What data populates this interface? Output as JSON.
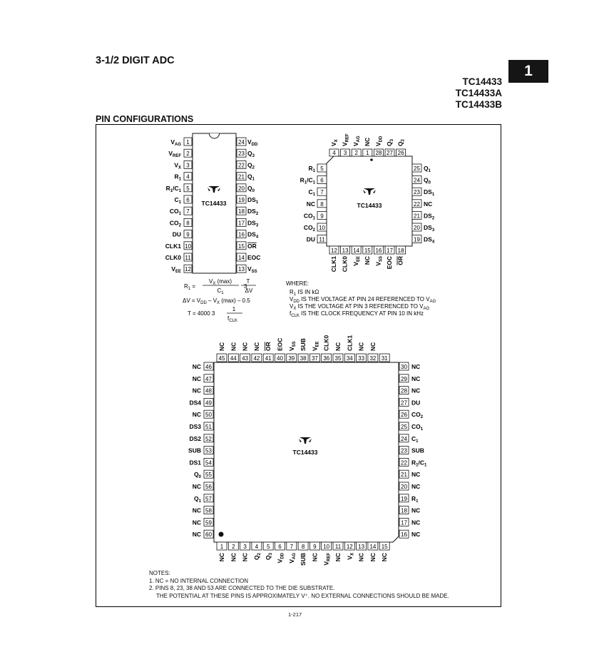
{
  "header": {
    "section": "3-1/2 DIGIT ADC",
    "parts": [
      "TC14433",
      "TC14433A",
      "TC14433B"
    ],
    "tab": "1"
  },
  "section_title": "PIN CONFIGURATIONS",
  "dip": {
    "chip_label": "TC14433",
    "left": [
      {
        "n": "1",
        "t": "V",
        "s": "AG"
      },
      {
        "n": "2",
        "t": "V",
        "s": "REF"
      },
      {
        "n": "3",
        "t": "V",
        "s": "X"
      },
      {
        "n": "4",
        "t": "R",
        "s": "1"
      },
      {
        "n": "5",
        "t": "R",
        "s": "1",
        "x": "/C",
        "s2": "1"
      },
      {
        "n": "6",
        "t": "C",
        "s": "1"
      },
      {
        "n": "7",
        "t": "CO",
        "s": "1"
      },
      {
        "n": "8",
        "t": "CO",
        "s": "2"
      },
      {
        "n": "9",
        "t": "DU"
      },
      {
        "n": "10",
        "t": "CLK1"
      },
      {
        "n": "11",
        "t": "CLK0"
      },
      {
        "n": "12",
        "t": "V",
        "s": "EE"
      }
    ],
    "right": [
      {
        "n": "24",
        "t": "V",
        "s": "DD"
      },
      {
        "n": "23",
        "t": "Q",
        "s": "3"
      },
      {
        "n": "22",
        "t": "Q",
        "s": "2"
      },
      {
        "n": "21",
        "t": "Q",
        "s": "1"
      },
      {
        "n": "20",
        "t": "Q",
        "s": "0"
      },
      {
        "n": "19",
        "t": "DS",
        "s": "1"
      },
      {
        "n": "18",
        "t": "DS",
        "s": "2"
      },
      {
        "n": "17",
        "t": "DS",
        "s": "3"
      },
      {
        "n": "16",
        "t": "DS",
        "s": "4"
      },
      {
        "n": "15",
        "t": "OR",
        "over": true
      },
      {
        "n": "14",
        "t": "EOC"
      },
      {
        "n": "13",
        "t": "V",
        "s": "SS"
      }
    ]
  },
  "plcc": {
    "chip_label": "TC14433",
    "top": [
      {
        "n": "4",
        "t": "V",
        "s": "X"
      },
      {
        "n": "3",
        "t": "V",
        "s": "REF"
      },
      {
        "n": "2",
        "t": "V",
        "s": "AG"
      },
      {
        "n": "1",
        "t": "NC"
      },
      {
        "n": "28",
        "t": "V",
        "s": "DD"
      },
      {
        "n": "27",
        "t": "Q",
        "s": "3"
      },
      {
        "n": "26",
        "t": "Q",
        "s": "2"
      }
    ],
    "left": [
      {
        "n": "5",
        "t": "R",
        "s": "1"
      },
      {
        "n": "6",
        "t": "R",
        "s": "1",
        "x": "/C",
        "s2": "1"
      },
      {
        "n": "7",
        "t": "C",
        "s": "1"
      },
      {
        "n": "8",
        "t": "NC"
      },
      {
        "n": "9",
        "t": "CO",
        "s": "1"
      },
      {
        "n": "10",
        "t": "CO",
        "s": "2"
      },
      {
        "n": "11",
        "t": "DU"
      }
    ],
    "right": [
      {
        "n": "25",
        "t": "Q",
        "s": "1"
      },
      {
        "n": "24",
        "t": "Q",
        "s": "0"
      },
      {
        "n": "23",
        "t": "DS",
        "s": "1"
      },
      {
        "n": "22",
        "t": "NC"
      },
      {
        "n": "21",
        "t": "DS",
        "s": "2"
      },
      {
        "n": "20",
        "t": "DS",
        "s": "3"
      },
      {
        "n": "19",
        "t": "DS",
        "s": "4"
      }
    ],
    "bottom": [
      {
        "n": "12",
        "t": "CLK1"
      },
      {
        "n": "13",
        "t": "CLK0"
      },
      {
        "n": "14",
        "t": "V",
        "s": "EE"
      },
      {
        "n": "15",
        "t": "NC"
      },
      {
        "n": "16",
        "t": "V",
        "s": "SS"
      },
      {
        "n": "17",
        "t": "EOC"
      },
      {
        "n": "18",
        "t": "OR",
        "over": true
      }
    ]
  },
  "qfp": {
    "chip_label": "TC14433",
    "top": [
      {
        "n": "45",
        "t": "NC"
      },
      {
        "n": "44",
        "t": "NC"
      },
      {
        "n": "43",
        "t": "NC"
      },
      {
        "n": "42",
        "t": "NC"
      },
      {
        "n": "41",
        "t": "OR",
        "over": true
      },
      {
        "n": "40",
        "t": "EOC"
      },
      {
        "n": "39",
        "t": "V",
        "s": "SS"
      },
      {
        "n": "38",
        "t": "SUB"
      },
      {
        "n": "37",
        "t": "V",
        "s": "EE"
      },
      {
        "n": "36",
        "t": "CLK0"
      },
      {
        "n": "35",
        "t": "NC"
      },
      {
        "n": "34",
        "t": "CLK1"
      },
      {
        "n": "33",
        "t": "NC"
      },
      {
        "n": "32",
        "t": "NC"
      },
      {
        "n": "31",
        "t": ""
      }
    ],
    "left": [
      {
        "n": "46",
        "t": "NC"
      },
      {
        "n": "47",
        "t": "NC"
      },
      {
        "n": "48",
        "t": "NC"
      },
      {
        "n": "49",
        "t": "DS4"
      },
      {
        "n": "50",
        "t": "NC"
      },
      {
        "n": "51",
        "t": "DS3"
      },
      {
        "n": "52",
        "t": "DS2"
      },
      {
        "n": "53",
        "t": "SUB"
      },
      {
        "n": "54",
        "t": "DS1"
      },
      {
        "n": "55",
        "t": "Q",
        "s": "0"
      },
      {
        "n": "56",
        "t": "NC"
      },
      {
        "n": "57",
        "t": "Q",
        "s": "1"
      },
      {
        "n": "58",
        "t": "NC"
      },
      {
        "n": "59",
        "t": "NC"
      },
      {
        "n": "60",
        "t": "NC"
      }
    ],
    "right": [
      {
        "n": "30",
        "t": "NC"
      },
      {
        "n": "29",
        "t": "NC"
      },
      {
        "n": "28",
        "t": "NC"
      },
      {
        "n": "27",
        "t": "DU"
      },
      {
        "n": "26",
        "t": "CO",
        "s": "2"
      },
      {
        "n": "25",
        "t": "CO",
        "s": "1"
      },
      {
        "n": "24",
        "t": "C",
        "s": "1"
      },
      {
        "n": "23",
        "t": "SUB"
      },
      {
        "n": "22",
        "t": "R",
        "s": "1",
        "x": "/C",
        "s2": "1"
      },
      {
        "n": "21",
        "t": "NC"
      },
      {
        "n": "20",
        "t": "NC"
      },
      {
        "n": "19",
        "t": "R",
        "s": "1"
      },
      {
        "n": "18",
        "t": "NC"
      },
      {
        "n": "17",
        "t": "NC"
      },
      {
        "n": "16",
        "t": "NC"
      }
    ],
    "bottom": [
      {
        "n": "1",
        "t": "NC"
      },
      {
        "n": "2",
        "t": "NC"
      },
      {
        "n": "3",
        "t": "NC"
      },
      {
        "n": "4",
        "t": "Q",
        "s": "2"
      },
      {
        "n": "5",
        "t": "Q",
        "s": "3"
      },
      {
        "n": "6",
        "t": "V",
        "s": "DD"
      },
      {
        "n": "7",
        "t": "V",
        "s": "AG"
      },
      {
        "n": "8",
        "t": "SUB"
      },
      {
        "n": "9",
        "t": "NC"
      },
      {
        "n": "10",
        "t": "V",
        "s": "REF"
      },
      {
        "n": "11",
        "t": "NC"
      },
      {
        "n": "12",
        "t": "V",
        "s": "X"
      },
      {
        "n": "13",
        "t": "NC"
      },
      {
        "n": "14",
        "t": "NC"
      },
      {
        "n": "15",
        "t": "NC"
      }
    ]
  },
  "formulas": {
    "r1_lhs": "R",
    "r1_lhs_sub": "1",
    "r1_num": "V",
    "r1_num_sub": "X",
    "r1_num_rest": " (max)",
    "r1_den": "C",
    "r1_den_sub": "1",
    "r1_mult": "3",
    "r1_frac2_num": "T",
    "r1_frac2_den": "ΔV",
    "dv": "ΔV = V",
    "dv_sub": "DD",
    "dv_mid": " – V",
    "dv_sub2": "X",
    "dv_end": " (max) – 0.5",
    "t_lhs": "T = 4000 3",
    "t_num": "1",
    "t_den": "f",
    "t_den_sub": "CLK"
  },
  "where": {
    "title": "WHERE:",
    "l1": "R",
    "l1s": "1",
    "l1e": " IS IN kΩ",
    "l2": "V",
    "l2s": "DD",
    "l2e": " IS THE VOLTAGE AT PIN 24 REFERENCED TO V",
    "l2s2": "AG",
    "l3": "V",
    "l3s": "X",
    "l3e": " IS THE VOLTAGE AT PIN 3 REFERENCED TO V",
    "l3s2": "AG",
    "l4": "f",
    "l4s": "CLK",
    "l4e": " IS THE CLOCK FREQUENCY AT PIN 10 IN kHz"
  },
  "notes": {
    "title": "NOTES:",
    "n1": "1. NC = NO INTERNAL CONNECTION",
    "n2": "2. PINS 8, 23, 38 AND 53 ARE CONNECTED TO THE DIE SUBSTRATE.",
    "n3": "THE POTENTIAL AT THESE PINS IS APPROXIMATELY V⁺. NO EXTERNAL CONNECTIONS SHOULD BE MADE."
  },
  "page_number": "1-217"
}
